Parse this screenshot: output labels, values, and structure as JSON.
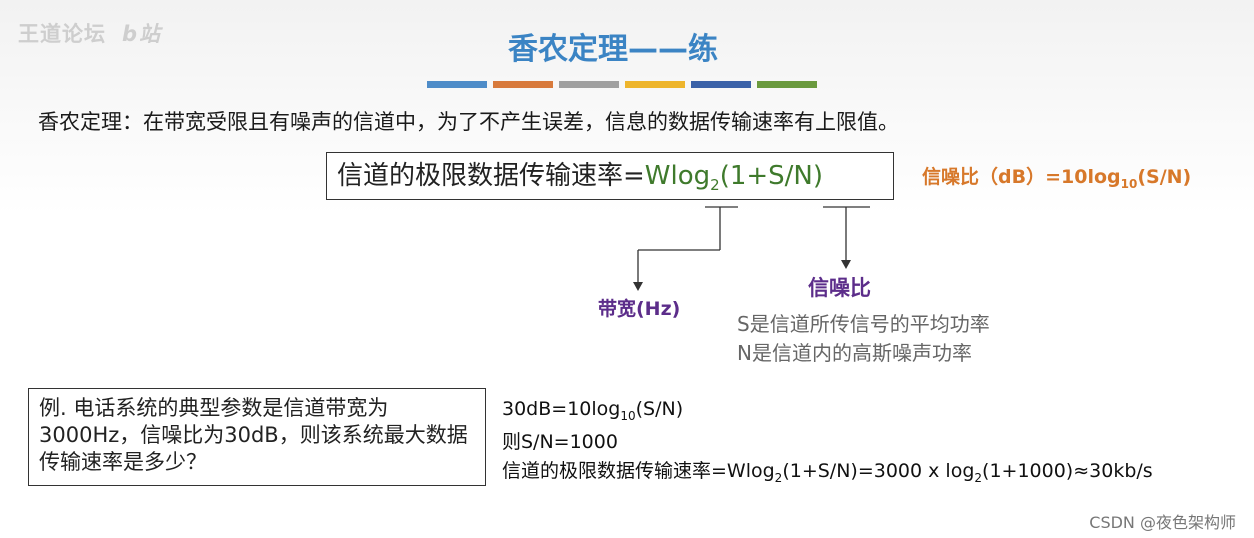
{
  "watermark": {
    "site": "王道论坛",
    "handwritten": "b站"
  },
  "slide": {
    "title": "香农定理——练",
    "bar_colors": [
      "#4e8cc8",
      "#d87a3c",
      "#a0a0a0",
      "#eeb52c",
      "#3b62a8",
      "#6a9a3e"
    ],
    "intro": "香农定理：在带宽受限且有噪声的信道中，为了不产生误差，信息的数据传输速率有上限值。"
  },
  "formula": {
    "prefix": "信道的极限数据传输速率=",
    "w_log": "Wlog",
    "sub": "2",
    "tail": "(1+S/N)"
  },
  "snr_note": {
    "lead": "信噪比（dB）=10log",
    "sub": "10",
    "tail": "(S/N)"
  },
  "labels": {
    "bandwidth": "带宽(Hz)",
    "snr": "信噪比",
    "s_desc": "S是信道所传信号的平均功率",
    "n_desc": "N是信道内的高斯噪声功率"
  },
  "example": {
    "question": "例. 电话系统的典型参数是信道带宽为3000Hz，信噪比为30dB，则该系统最大数据传输速率是多少？"
  },
  "solution": {
    "line1_lead": "30dB=10log",
    "line1_sub": "10",
    "line1_tail": "(S/N)",
    "line2": "则S/N=1000",
    "line3_lead": "信道的极限数据传输速率=Wlog",
    "line3_sub1": "2",
    "line3_mid": "(1+S/N)=3000 x log",
    "line3_sub2": "2",
    "line3_tail": "(1+1000)≈30kb/s"
  },
  "credit": "CSDN @夜色架构师"
}
